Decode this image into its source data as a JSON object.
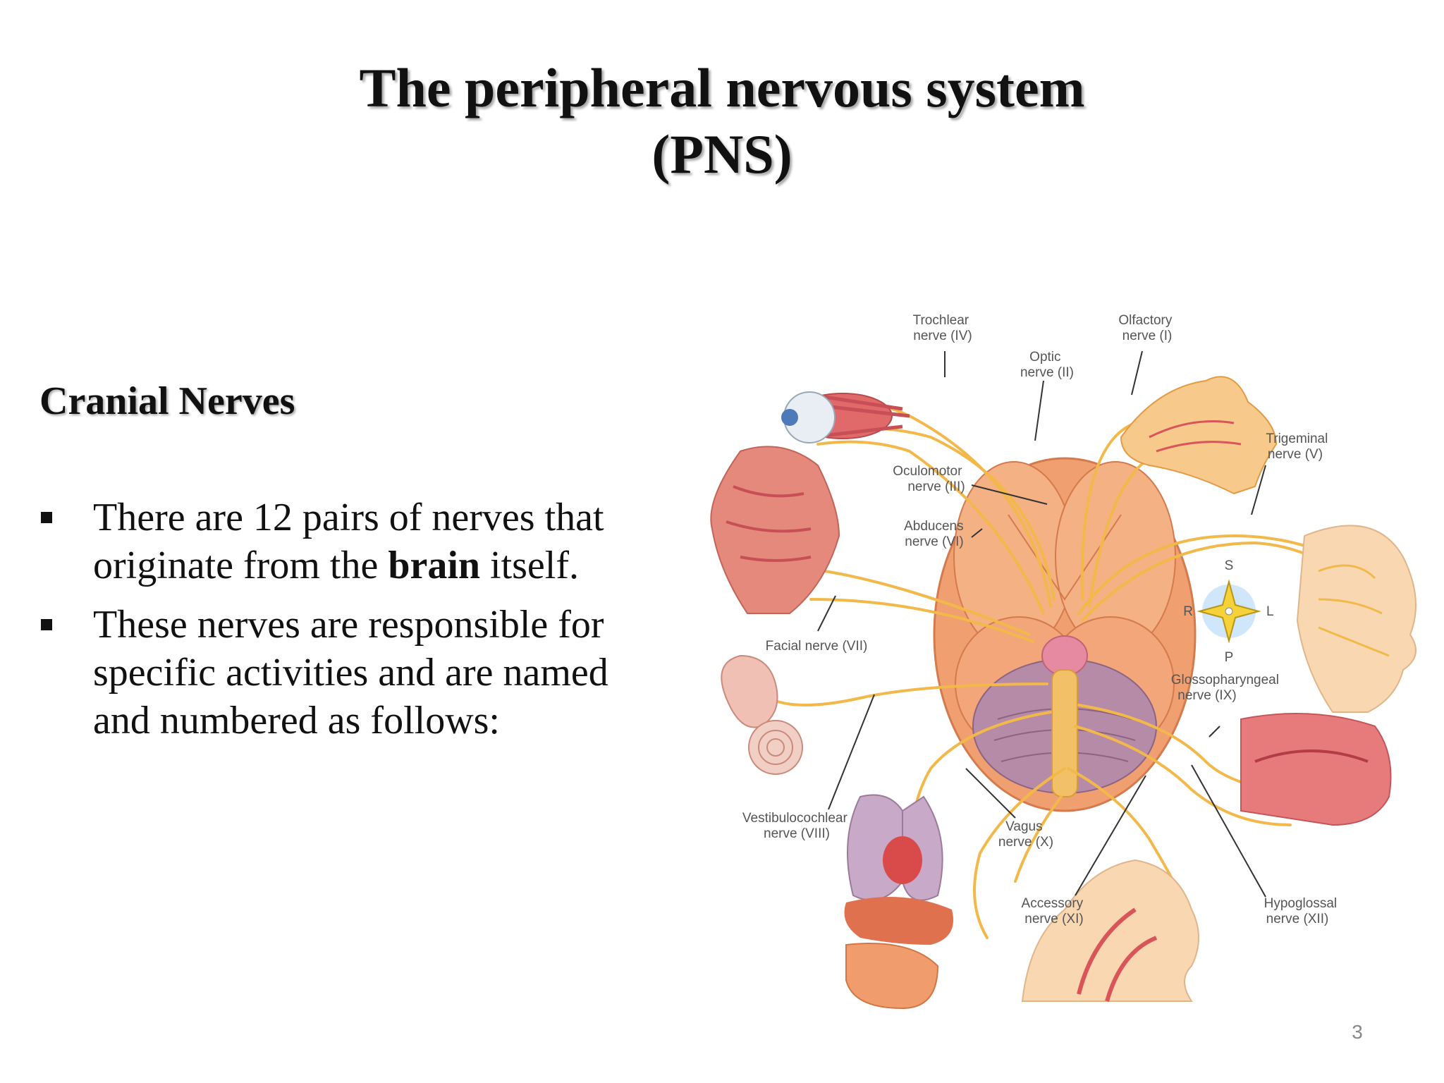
{
  "slide": {
    "title_line1": "The peripheral nervous system",
    "title_line2": "(PNS)",
    "subheading": "Cranial Nerves",
    "bullets": [
      {
        "text_before": "There are 12 pairs of nerves that originate from the ",
        "bold": "brain",
        "text_after": " itself."
      },
      {
        "text_before": "These nerves are responsible for specific activities and are named and numbered as follows:",
        "bold": "",
        "text_after": ""
      }
    ],
    "page_number": "3"
  },
  "figure": {
    "labels": {
      "trochlear": [
        "Trochlear",
        "nerve (IV)"
      ],
      "olfactory": [
        "Olfactory",
        "nerve (I)"
      ],
      "optic": [
        "Optic",
        "nerve (II)"
      ],
      "trigeminal": [
        "Trigeminal",
        "nerve (V)"
      ],
      "oculomotor": [
        "Oculomotor",
        "nerve (III)"
      ],
      "abducens": [
        "Abducens",
        "nerve (VI)"
      ],
      "facial": [
        "Facial nerve (VII)"
      ],
      "glossopharyngeal": [
        "Glossopharyngeal",
        "nerve (IX)"
      ],
      "vestibulocochlear": [
        "Vestibulocochlear",
        "nerve (VIII)"
      ],
      "vagus": [
        "Vagus",
        "nerve (X)"
      ],
      "accessory": [
        "Accessory",
        "nerve (XI)"
      ],
      "hypoglossal": [
        "Hypoglossal",
        "nerve (XII)"
      ]
    },
    "compass": {
      "s": "S",
      "r": "R",
      "l": "L",
      "p": "P"
    },
    "colors": {
      "nerve": "#f2b94a",
      "brain": "#f0a070",
      "muscle": "#d9555a",
      "skin": "#f9d7b0",
      "label": "#555555"
    }
  }
}
